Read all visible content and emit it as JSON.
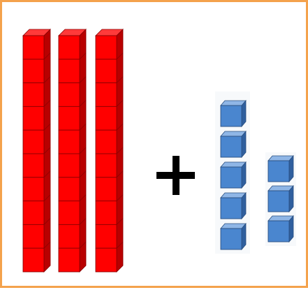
{
  "operator": "+",
  "tens": {
    "rods": 3,
    "cubes_per_rod": 10
  },
  "ones": {
    "columns": [
      5,
      3
    ]
  },
  "colors": {
    "border": "#f4a24c",
    "rod_front": "#ff0000",
    "rod_top": "#ff3a3a",
    "rod_side": "#b80000",
    "rod_line": "#8a0000",
    "cube_front": "#4a86cf",
    "cube_top": "#8fb6e6",
    "cube_side": "#2f5f9e",
    "cube_line": "#2a4f80",
    "operator": "#000000",
    "panel": "#f7f9fb"
  }
}
